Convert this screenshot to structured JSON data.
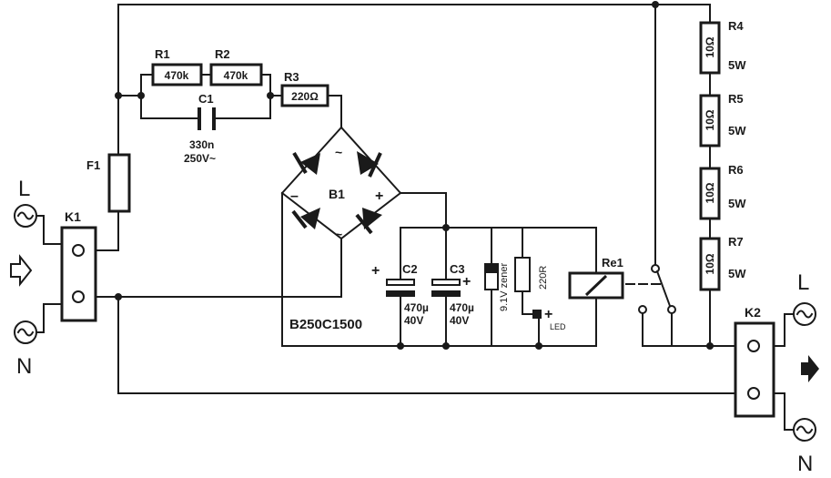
{
  "diagram": {
    "labels": {
      "L_in": "L",
      "N_in": "N",
      "L_out": "L",
      "N_out": "N",
      "K1": "K1",
      "K2": "K2",
      "F1": "F1",
      "R1": "R1",
      "R2": "R2",
      "R3": "R3",
      "R4": "R4",
      "R5": "R5",
      "R6": "R6",
      "R7": "R7",
      "C1": "C1",
      "C2": "C2",
      "C3": "C3",
      "B1": "B1",
      "Re1": "Re1",
      "bridge_part": "B250C1500",
      "led": "LED"
    },
    "values": {
      "R1": "470k",
      "R2": "470k",
      "R3": "220Ω",
      "R4": "10Ω",
      "R5": "10Ω",
      "R6": "10Ω",
      "R7": "10Ω",
      "R4_w": "5W",
      "R5_w": "5W",
      "R6_w": "5W",
      "R7_w": "5W",
      "C1_a": "330n",
      "C1_b": "250V~",
      "C2_a": "470µ",
      "C2_b": "40V",
      "C3_a": "470µ",
      "C3_b": "40V",
      "zener": "9.1V zener",
      "r220": "220R"
    },
    "symbols": {
      "plus": "+",
      "minus": "–",
      "ac": "~"
    }
  }
}
